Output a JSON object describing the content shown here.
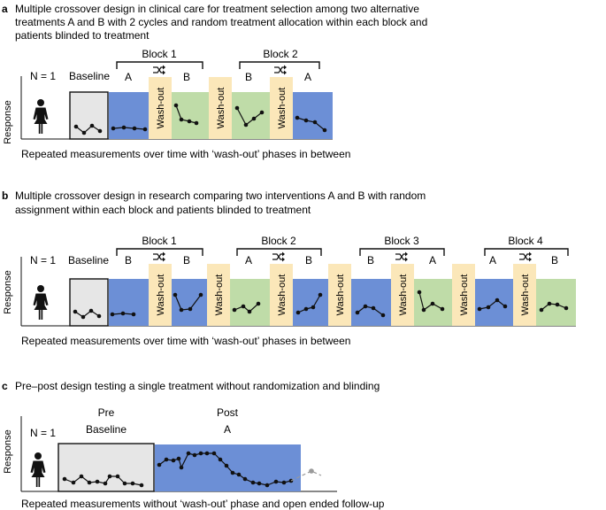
{
  "colors": {
    "treatment_A": "#6c8fd6",
    "treatment_B": "#bfdca8",
    "washout": "#fbe7b9",
    "baseline": "#e6e6e6",
    "marker": "#111111",
    "followup": "#9a9a9a"
  },
  "icons": [
    "person-icon",
    "shuffle-icon"
  ],
  "panels": [
    {
      "letter": "a",
      "title_line1": "Multiple crossover design in clinical care for treatment selection among two alternative",
      "title_line2": "treatments A and B with 2 cycles and random treatment allocation within each block and",
      "title_line3": "patients blinded to treatment",
      "n_label": "N = 1",
      "baseline_label": "Baseline",
      "ylabel": "Response",
      "washout_label": "Wash-out",
      "caption": "Repeated measurements over time with ‘wash-out’ phases in between",
      "blocks": [
        {
          "label": "Block 1",
          "first": "A",
          "second": "B"
        },
        {
          "label": "Block 2",
          "first": "B",
          "second": "A"
        }
      ]
    },
    {
      "letter": "b",
      "title_line1": "Multiple crossover design in research comparing two interventions A and B with random",
      "title_line2": "assignment within each block and patients blinded to treatment",
      "n_label": "N = 1",
      "baseline_label": "Baseline",
      "ylabel": "Response",
      "washout_label": "Wash-out",
      "caption": "Repeated measurements over time with ‘wash-out’ phases in between",
      "blocks": [
        {
          "label": "Block 1",
          "first": "B",
          "second": "B"
        },
        {
          "label": "Block 2",
          "first": "A",
          "second": "B"
        },
        {
          "label": "Block 3",
          "first": "B",
          "second": "A"
        },
        {
          "label": "Block 4",
          "first": "A",
          "second": "B"
        }
      ]
    },
    {
      "letter": "c",
      "title_line1": "Pre–post design testing a single treatment without randomization and blinding",
      "n_label": "N = 1",
      "pre_label": "Pre",
      "post_label": "Post",
      "baseline_label": "Baseline",
      "treatment_label": "A",
      "ylabel": "Response",
      "caption": "Repeated measurements without ‘wash-out’ phase and open ended follow-up"
    }
  ]
}
